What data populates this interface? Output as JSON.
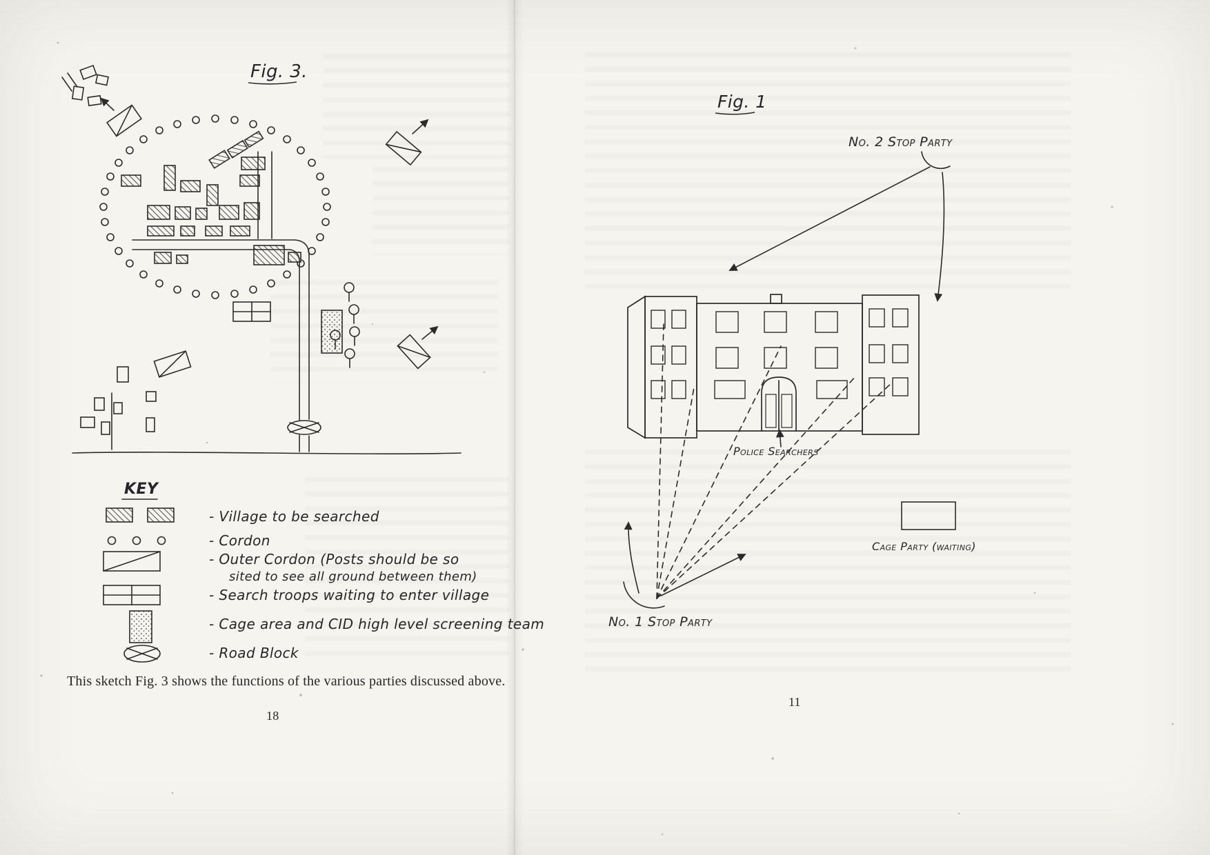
{
  "colors": {
    "ink": "#2b2b2e",
    "paper": "#f5f4ee"
  },
  "left_page": {
    "figure_label": "Fig. 3.",
    "key": {
      "title": "KEY",
      "items": [
        {
          "label": "- Village to be searched"
        },
        {
          "label": "- Cordon"
        },
        {
          "label": "- Outer Cordon (Posts should be so",
          "label2": "sited to see all ground between them)"
        },
        {
          "label": "- Search troops waiting to enter village"
        },
        {
          "label": "- Cage area and CID high level screening team"
        },
        {
          "label": "- Road Block"
        }
      ]
    },
    "caption": "This sketch Fig. 3 shows the functions of the various parties discussed above.",
    "page_number": "18"
  },
  "right_page": {
    "figure_label": "Fig. 1",
    "labels": {
      "no2_stop_party": "No. 2 Stop Party",
      "police_searchers": "Police Searchers",
      "cage_party_waiting": "Cage Party (waiting)",
      "no1_stop_party": "No. 1 Stop Party"
    },
    "page_number": "11"
  }
}
